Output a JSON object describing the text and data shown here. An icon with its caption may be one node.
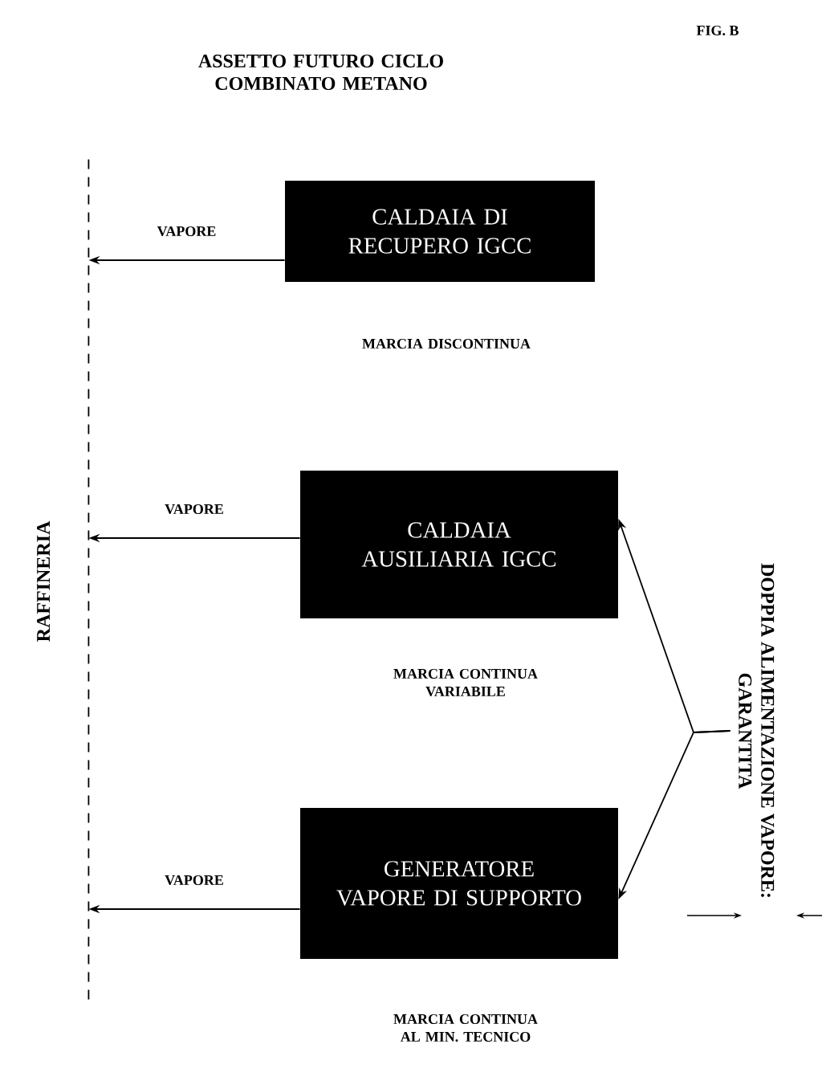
{
  "diagram": {
    "title": "ASSETTO FUTURO CICLO COMBINATO METANO",
    "nodes": [
      {
        "text": [
          "RAFFINERIA"
        ]
      },
      {
        "text": [
          "CALDAIA DI RECUPERO IGCC"
        ],
        "beside": [
          "MARCIA DISCONTINUA"
        ]
      },
      {
        "text": [
          "CALDAIA AUSILIARIA IGCC"
        ],
        "beside": [
          "MARCIA CONTINUA VARIABILE"
        ]
      },
      {
        "text": [
          "GENERATORE VAPORE DI SUPPORTO"
        ],
        "beside": [
          "MARCIA CONTINUA AL MIN. TECNICO"
        ]
      },
      {
        "text": [
          "DOPPIA ALIMENTAZIONE VAPORE:",
          "GARANTITA"
        ]
      }
    ],
    "edges": [
      {
        "from": 1,
        "to": 0,
        "arrow": "to",
        "label": "VAPORE"
      },
      {
        "from": 2,
        "to": 0,
        "arrow": "to",
        "label": "VAPORE"
      },
      {
        "from": 3,
        "to": 0,
        "arrow": "to",
        "label": "VAPORE"
      },
      {
        "from": 4,
        "to": 2,
        "arrow": "to"
      },
      {
        "from": 4,
        "to": 3,
        "arrow": "to"
      }
    ],
    "labels": [
      "FIG. B"
    ]
  }
}
